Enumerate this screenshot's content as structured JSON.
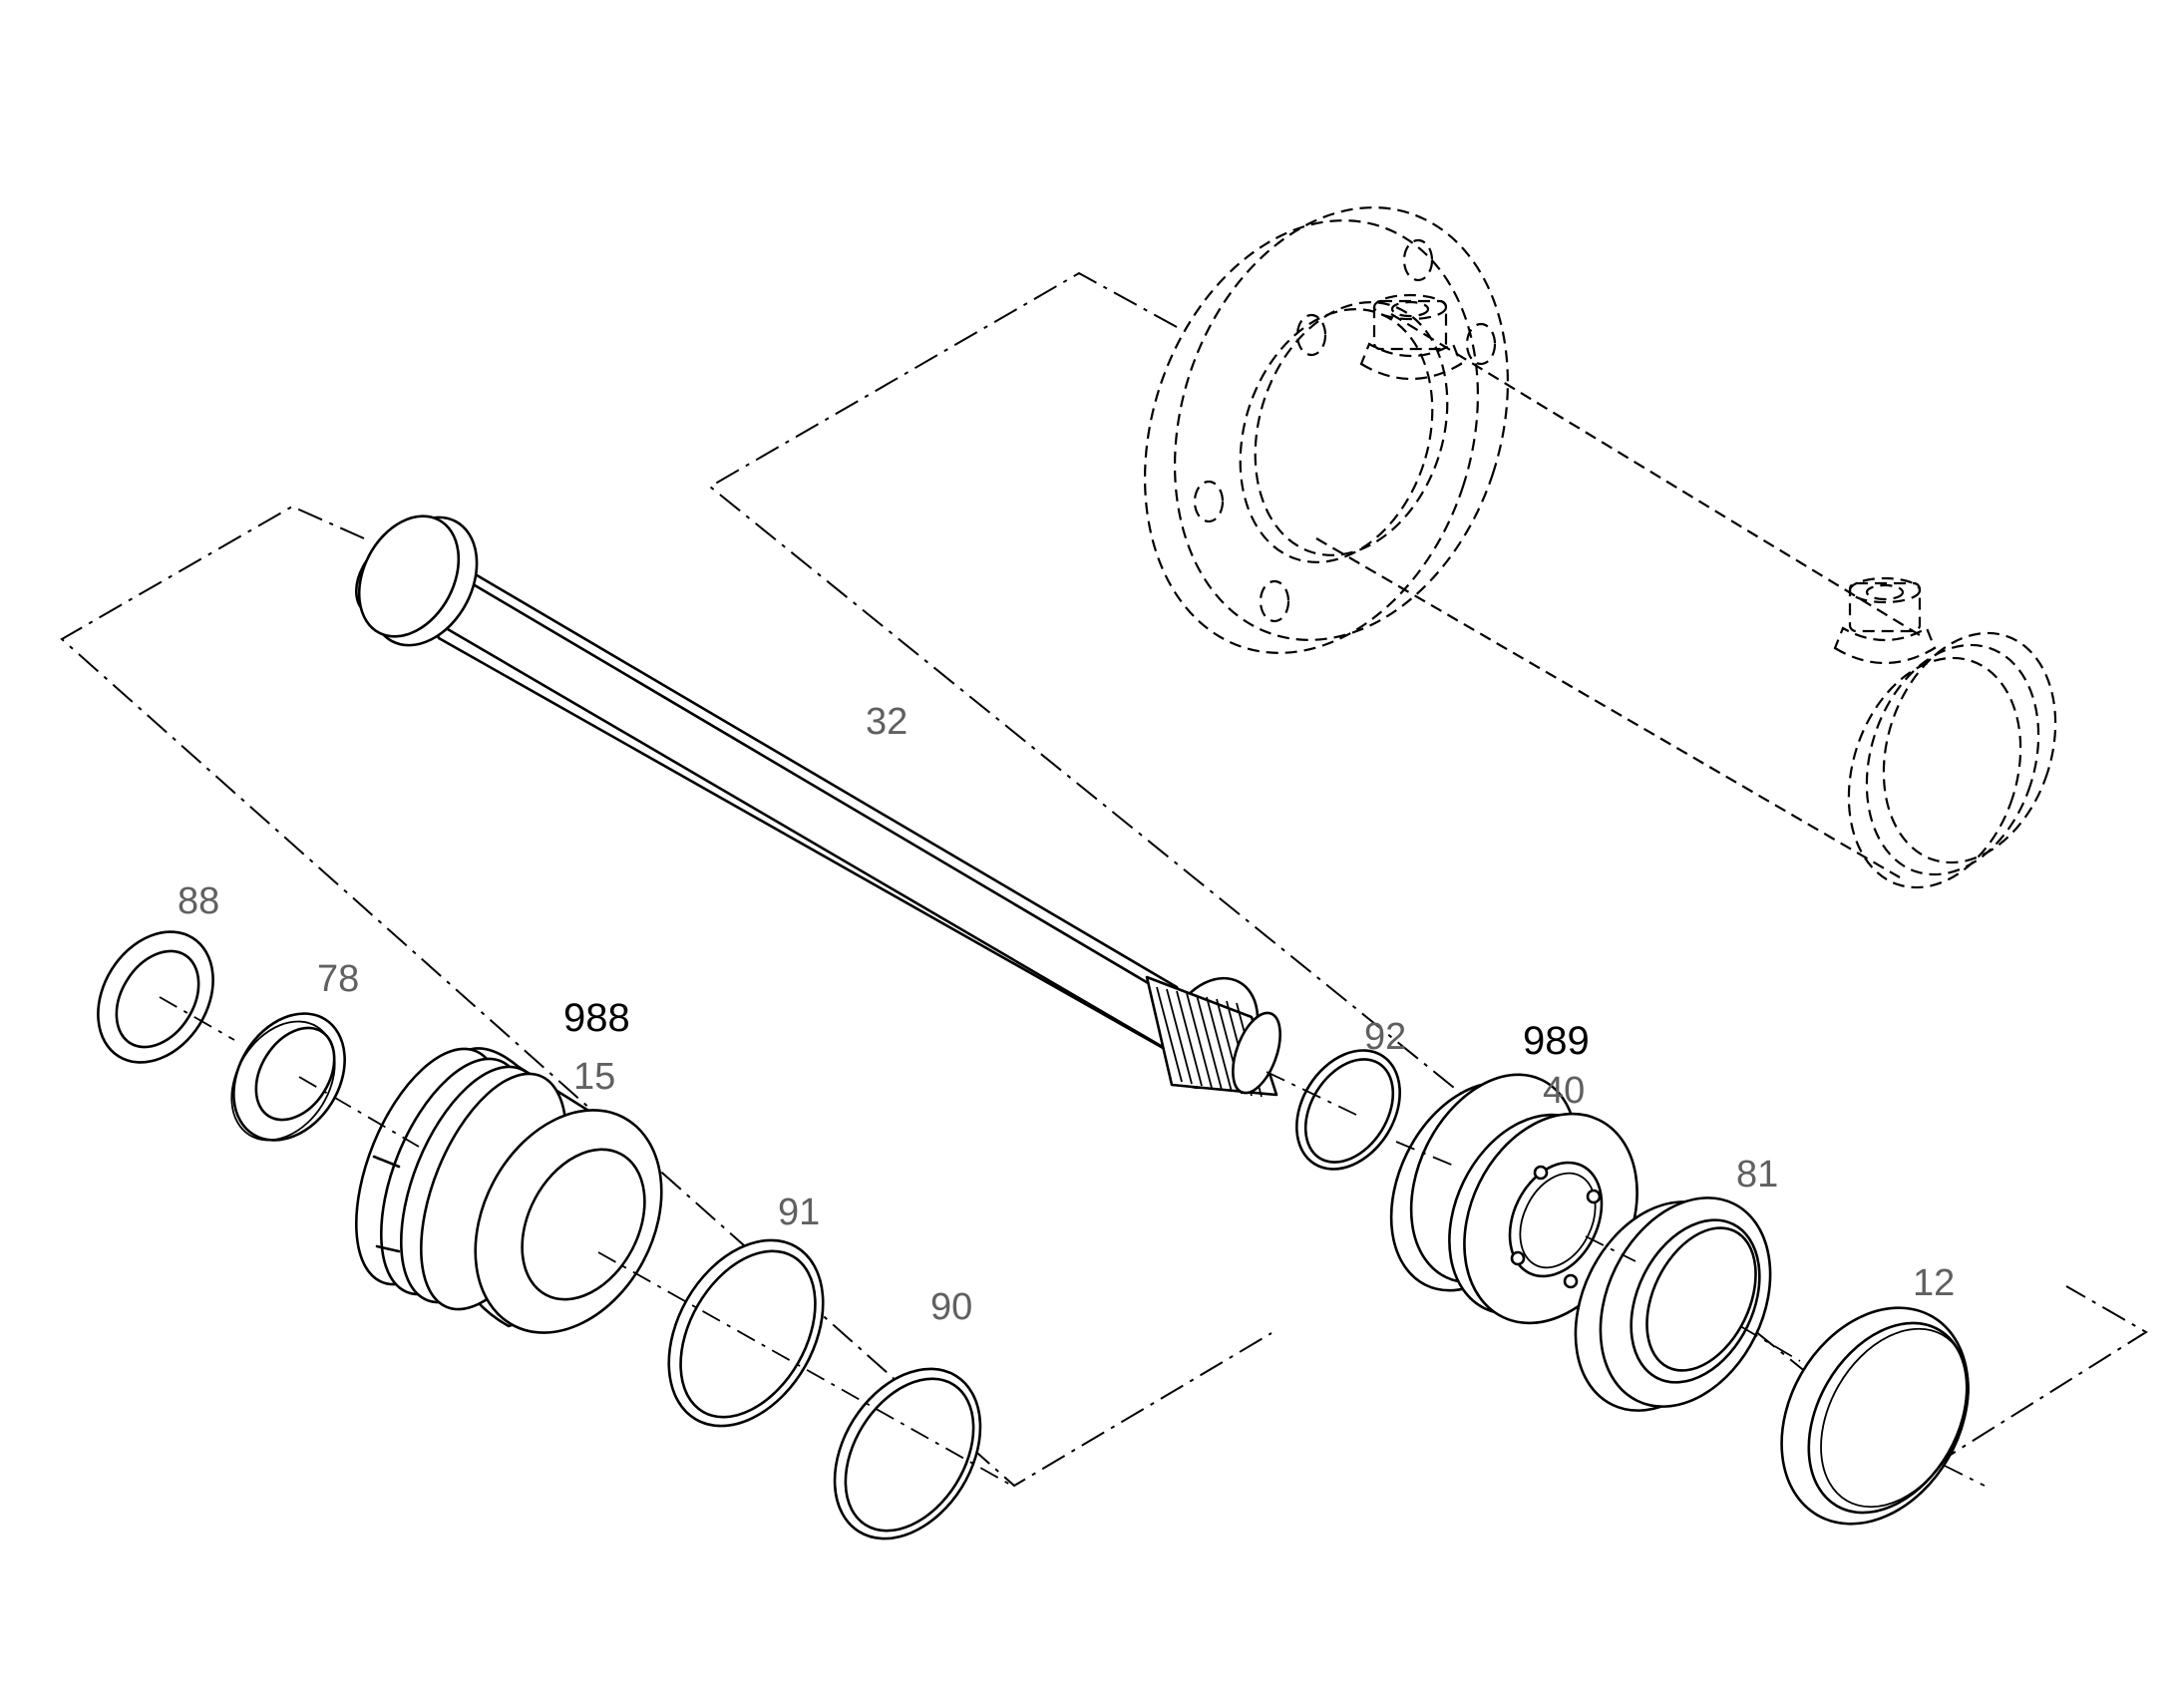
{
  "labels": {
    "p32": "32",
    "p88": "88",
    "p78": "78",
    "p988": "988",
    "p15": "15",
    "p91": "91",
    "p90": "90",
    "p92": "92",
    "p989": "989",
    "p40": "40",
    "p81": "81",
    "p12": "12"
  },
  "colors": {
    "line": "#000000",
    "label": "#606060",
    "assembly_label": "#000000",
    "background": "#ffffff"
  }
}
